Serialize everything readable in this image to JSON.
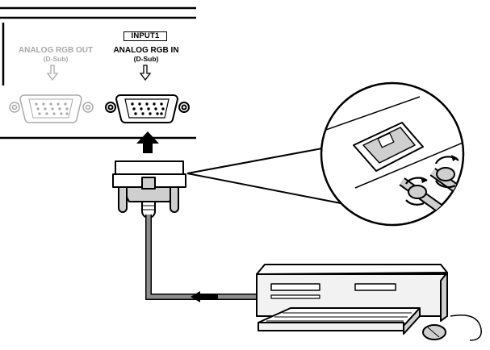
{
  "panel": {
    "analog_out": {
      "label": "ANALOG RGB OUT",
      "sub": "(D-Sub)"
    },
    "input1": {
      "badge": "INPUT1",
      "label": "ANALOG RGB IN",
      "sub": "(D-Sub)"
    }
  },
  "colors": {
    "line": "#000000",
    "inactive": "#a9a9a9",
    "cable": "#8e8e8e",
    "connector_fill": "#cfcfcf",
    "computer_fill": "#f2f2f2"
  },
  "icons": [
    "down-arrow-icon",
    "up-arrow-icon",
    "left-arrow-icon",
    "rotate-arrow-icon"
  ]
}
